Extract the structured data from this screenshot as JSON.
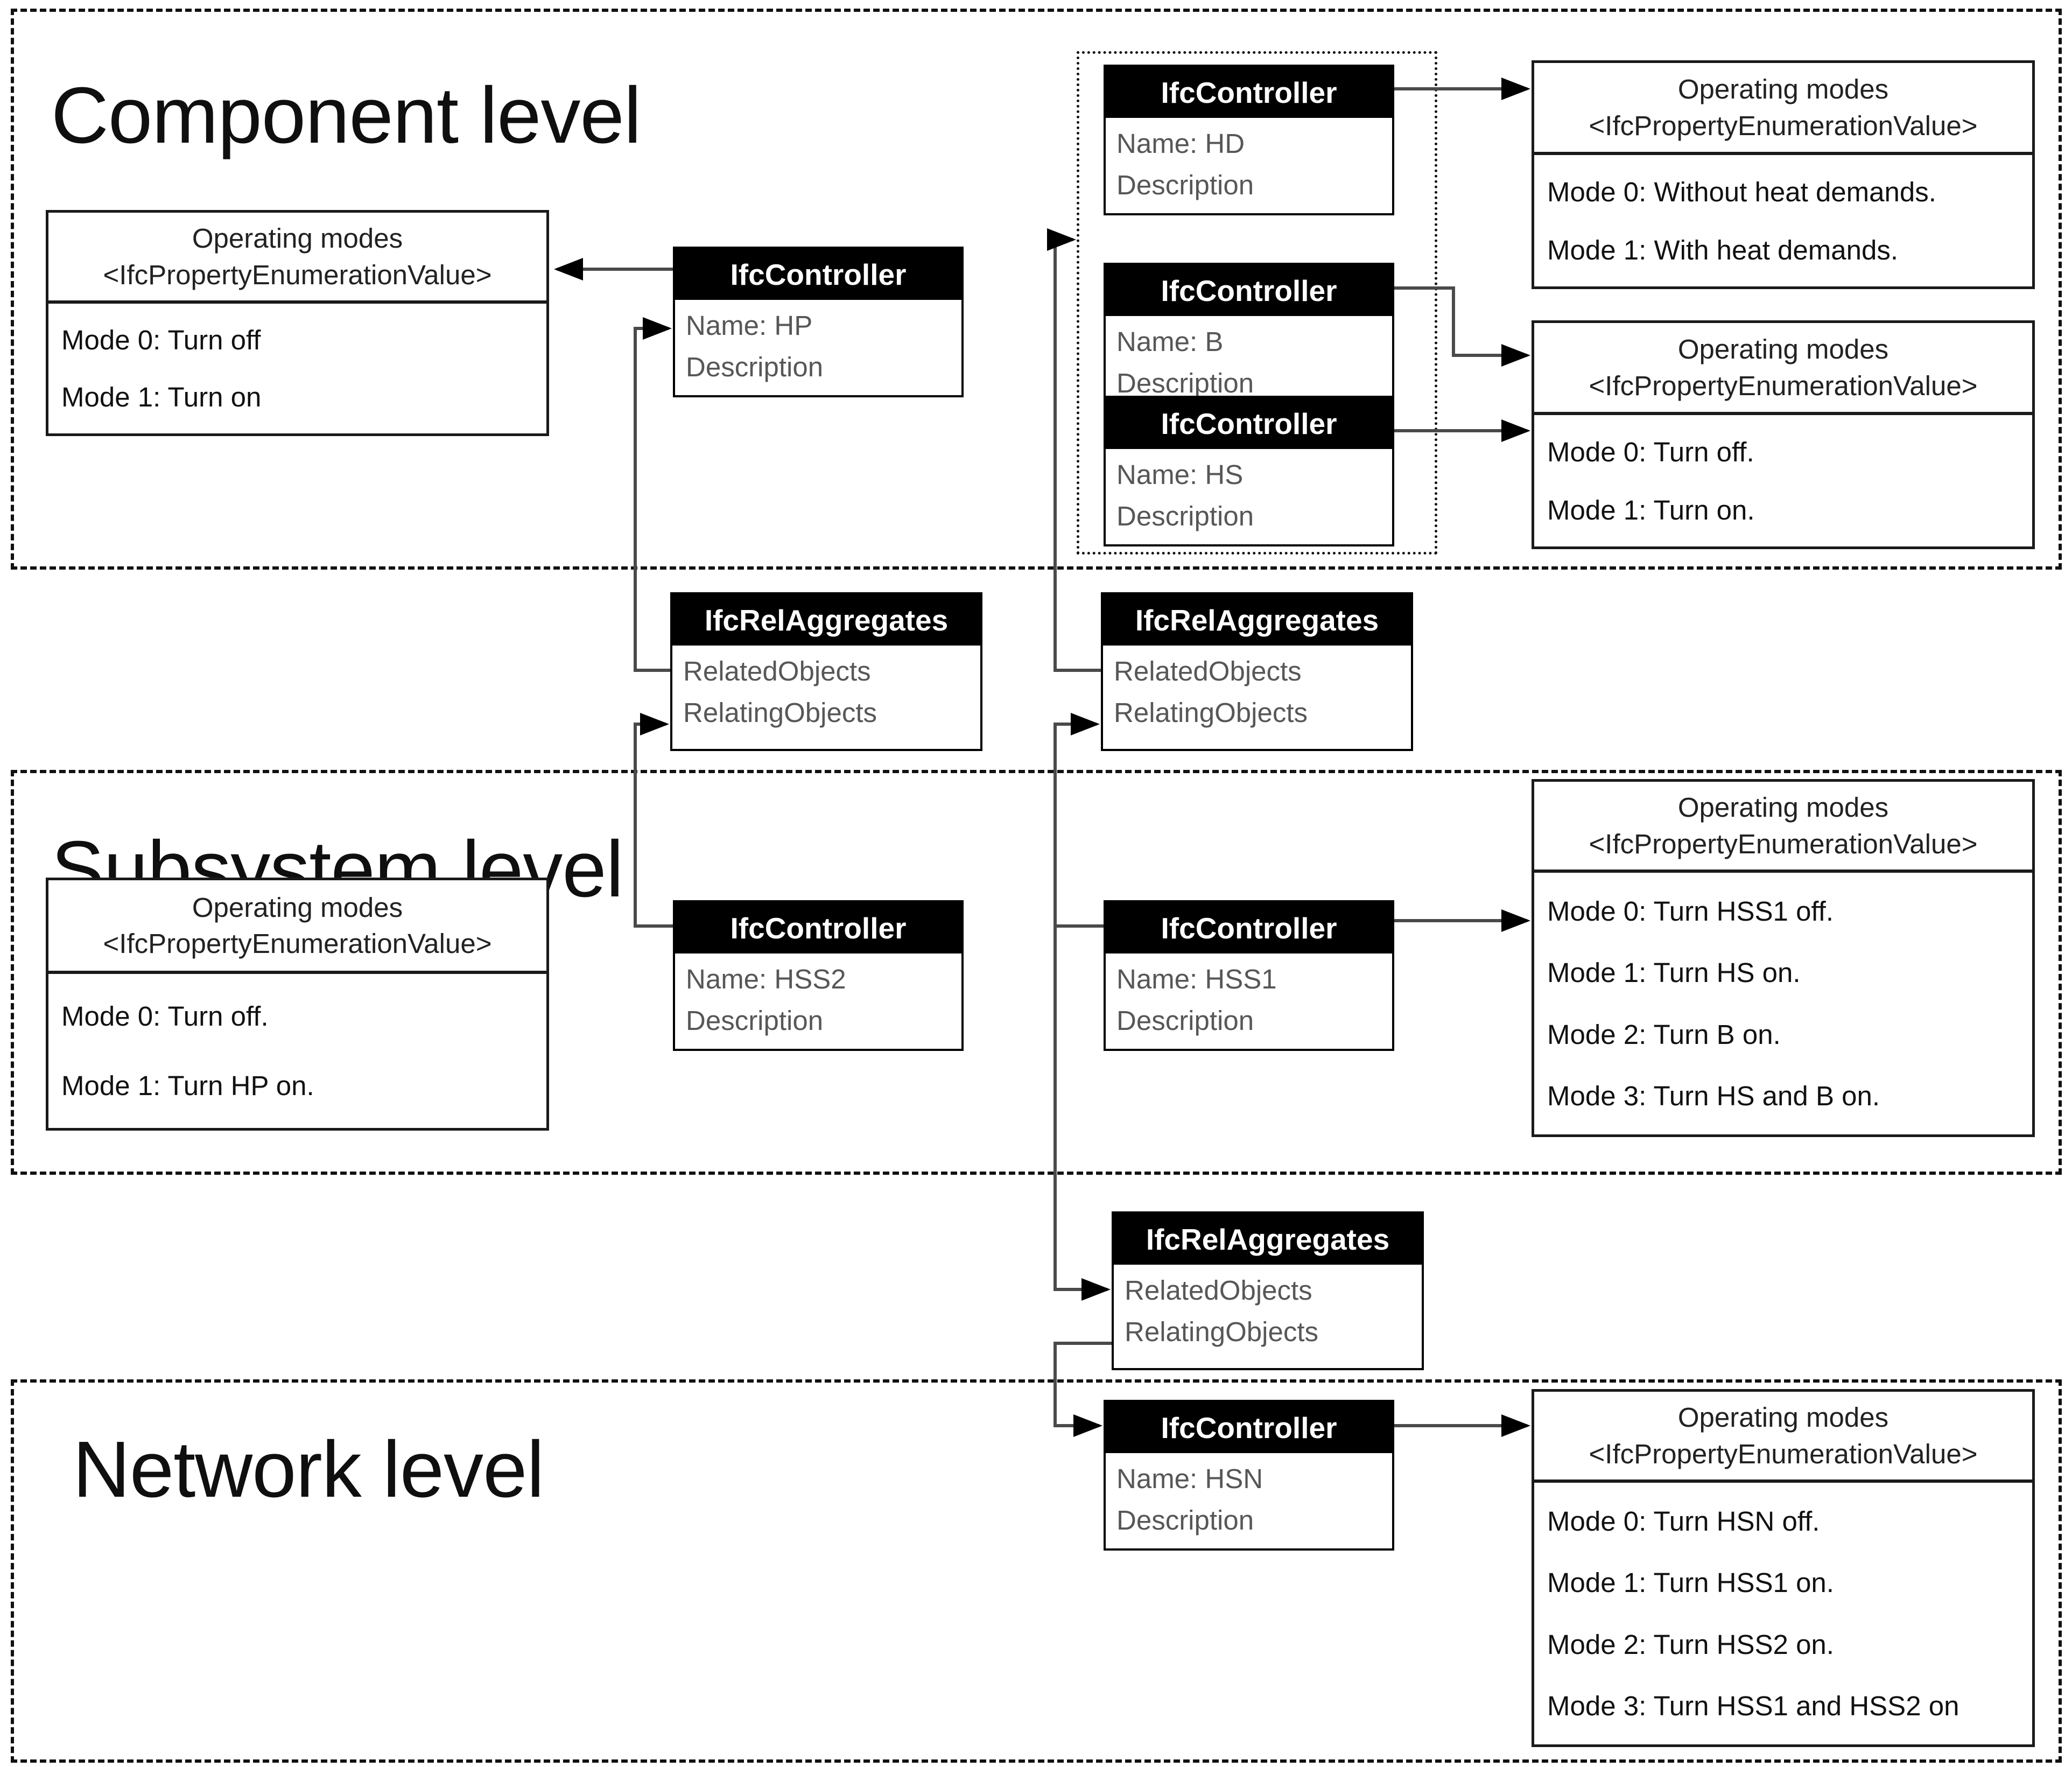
{
  "levels": {
    "component": "Component level",
    "subsystem": "Subsystem level",
    "network": "Network level"
  },
  "controllers": {
    "hp": {
      "title": "IfcController",
      "name": "Name: HP",
      "description": "Description"
    },
    "hd": {
      "title": "IfcController",
      "name": "Name: HD",
      "description": "Description"
    },
    "b": {
      "title": "IfcController",
      "name": "Name: B",
      "description": "Description"
    },
    "hs": {
      "title": "IfcController",
      "name": "Name: HS",
      "description": "Description"
    },
    "hss2": {
      "title": "IfcController",
      "name": "Name: HSS2",
      "description": "Description"
    },
    "hss1": {
      "title": "IfcController",
      "name": "Name: HSS1",
      "description": "Description"
    },
    "hsn": {
      "title": "IfcController",
      "name": "Name: HSN",
      "description": "Description"
    }
  },
  "rel_aggregates": {
    "left": {
      "title": "IfcRelAggregates",
      "related": "RelatedObjects",
      "relating": "RelatingObjects"
    },
    "right": {
      "title": "IfcRelAggregates",
      "related": "RelatedObjects",
      "relating": "RelatingObjects"
    },
    "bottom": {
      "title": "IfcRelAggregates",
      "related": "RelatedObjects",
      "relating": "RelatingObjects"
    }
  },
  "op_boxes": {
    "comp_left": {
      "title": "Operating modes",
      "subtitle": "<IfcPropertyEnumerationValue>",
      "modes": [
        "Mode 0: Turn off",
        "Mode 1: Turn on"
      ]
    },
    "comp_right_top": {
      "title": "Operating modes",
      "subtitle": "<IfcPropertyEnumerationValue>",
      "modes": [
        "Mode 0: Without heat demands.",
        "Mode 1: With heat demands."
      ]
    },
    "comp_right_bottom": {
      "title": "Operating modes",
      "subtitle": "<IfcPropertyEnumerationValue>",
      "modes": [
        "Mode 0: Turn off.",
        "Mode 1: Turn on."
      ]
    },
    "subs_left": {
      "title": "Operating modes",
      "subtitle": "<IfcPropertyEnumerationValue>",
      "modes": [
        "Mode 0: Turn off.",
        "Mode 1: Turn HP on."
      ]
    },
    "subs_right": {
      "title": "Operating modes",
      "subtitle": "<IfcPropertyEnumerationValue>",
      "modes": [
        "Mode 0: Turn HSS1 off.",
        "Mode 1: Turn HS on.",
        "Mode 2: Turn B on.",
        "Mode 3: Turn HS and B on."
      ]
    },
    "net_right": {
      "title": "Operating modes",
      "subtitle": "<IfcPropertyEnumerationValue>",
      "modes": [
        "Mode 0: Turn HSN off.",
        "Mode 1: Turn HSS1 on.",
        "Mode 2: Turn HSS2 on.",
        "Mode 3: Turn HSS1 and HSS2 on"
      ]
    }
  },
  "connections": [
    {
      "from": "IfcController HP",
      "to": "Operating modes (component left)"
    },
    {
      "from": "IfcRelAggregates RelatedObjects (left)",
      "to": "IfcController HP"
    },
    {
      "from": "IfcController HSS2",
      "to": "IfcRelAggregates RelatingObjects (left)"
    },
    {
      "from": "IfcController HSS2",
      "to": "Operating modes (subsystem left)"
    },
    {
      "from": "IfcRelAggregates RelatedObjects (right)",
      "to": "controller group HD/B/HS"
    },
    {
      "from": "IfcController HSS1",
      "to": "IfcRelAggregates RelatingObjects (right)"
    },
    {
      "from": "IfcController HSS1",
      "to": "IfcRelAggregates RelatedObjects (bottom)"
    },
    {
      "from": "IfcController HSS1",
      "to": "Operating modes (subsystem right)"
    },
    {
      "from": "IfcRelAggregates RelatingObjects (bottom)",
      "to": "IfcController HSN"
    },
    {
      "from": "IfcController HD",
      "to": "Operating modes (component right top)"
    },
    {
      "from": "IfcController B",
      "to": "Operating modes (component right bottom)"
    },
    {
      "from": "IfcController HS",
      "to": "Operating modes (component right bottom)"
    },
    {
      "from": "IfcController HSN",
      "to": "Operating modes (network)"
    }
  ],
  "colors": {
    "header_bg": "#000000",
    "header_text": "#ffffff",
    "muted_text": "#575757",
    "line": "#4a4a4a",
    "border": "#111111"
  }
}
